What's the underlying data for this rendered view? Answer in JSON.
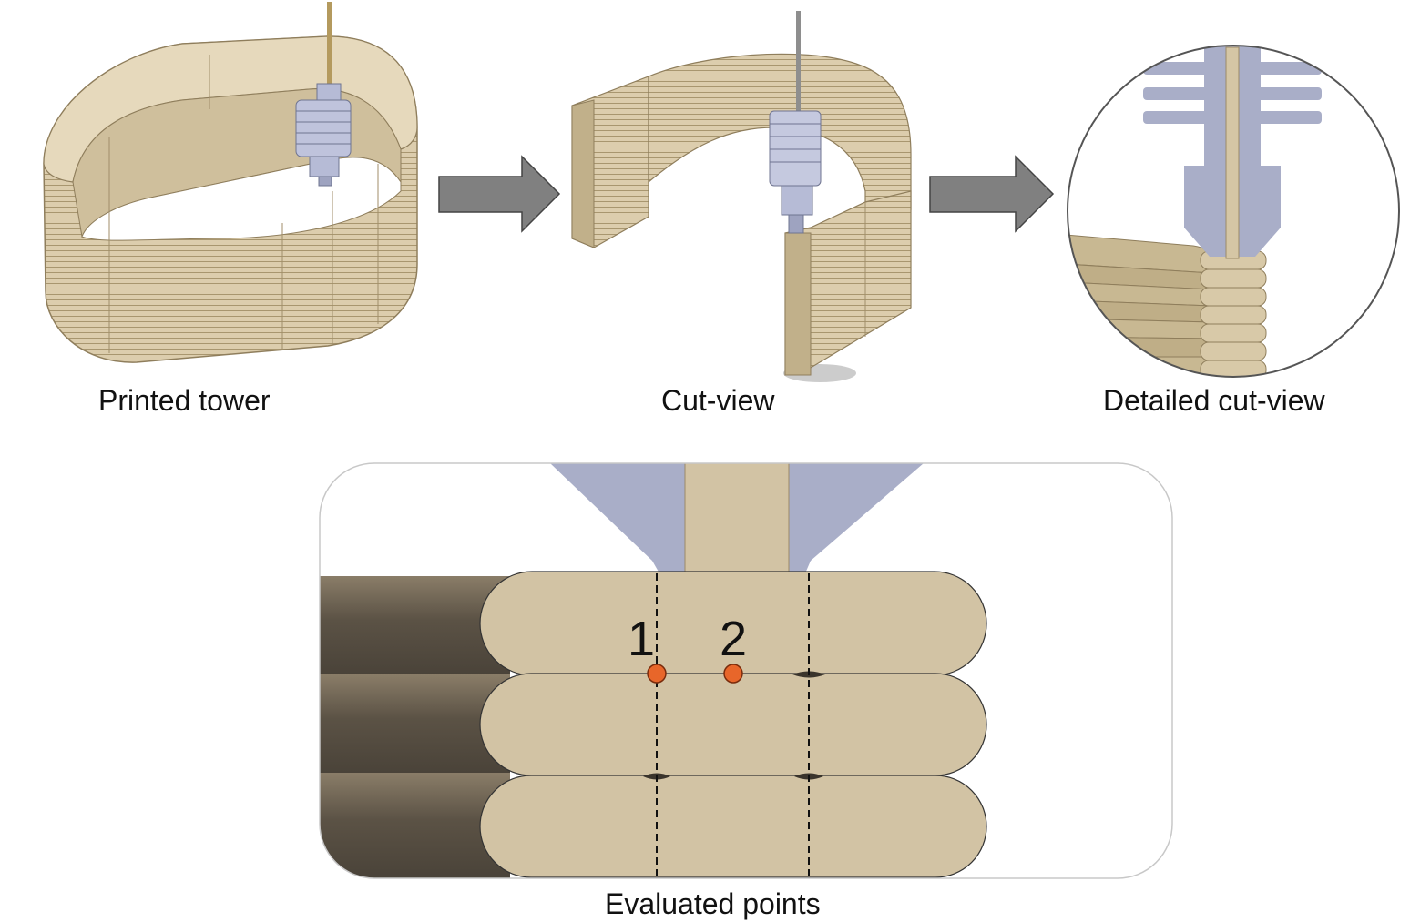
{
  "captions": {
    "printed_tower": "Printed tower",
    "cut_view": "Cut-view",
    "detailed_cut_view": "Detailed cut-view",
    "evaluated_points": "Evaluated points"
  },
  "points": [
    {
      "label": "1"
    },
    {
      "label": "2"
    }
  ],
  "colors": {
    "filament": "#d2c3a4",
    "filament_edge": "#9c8a68",
    "nozzle": "#a9aec8",
    "arrow": "#7f7f7f",
    "point": "#e8662a",
    "dark_layer": "#4f473c"
  }
}
